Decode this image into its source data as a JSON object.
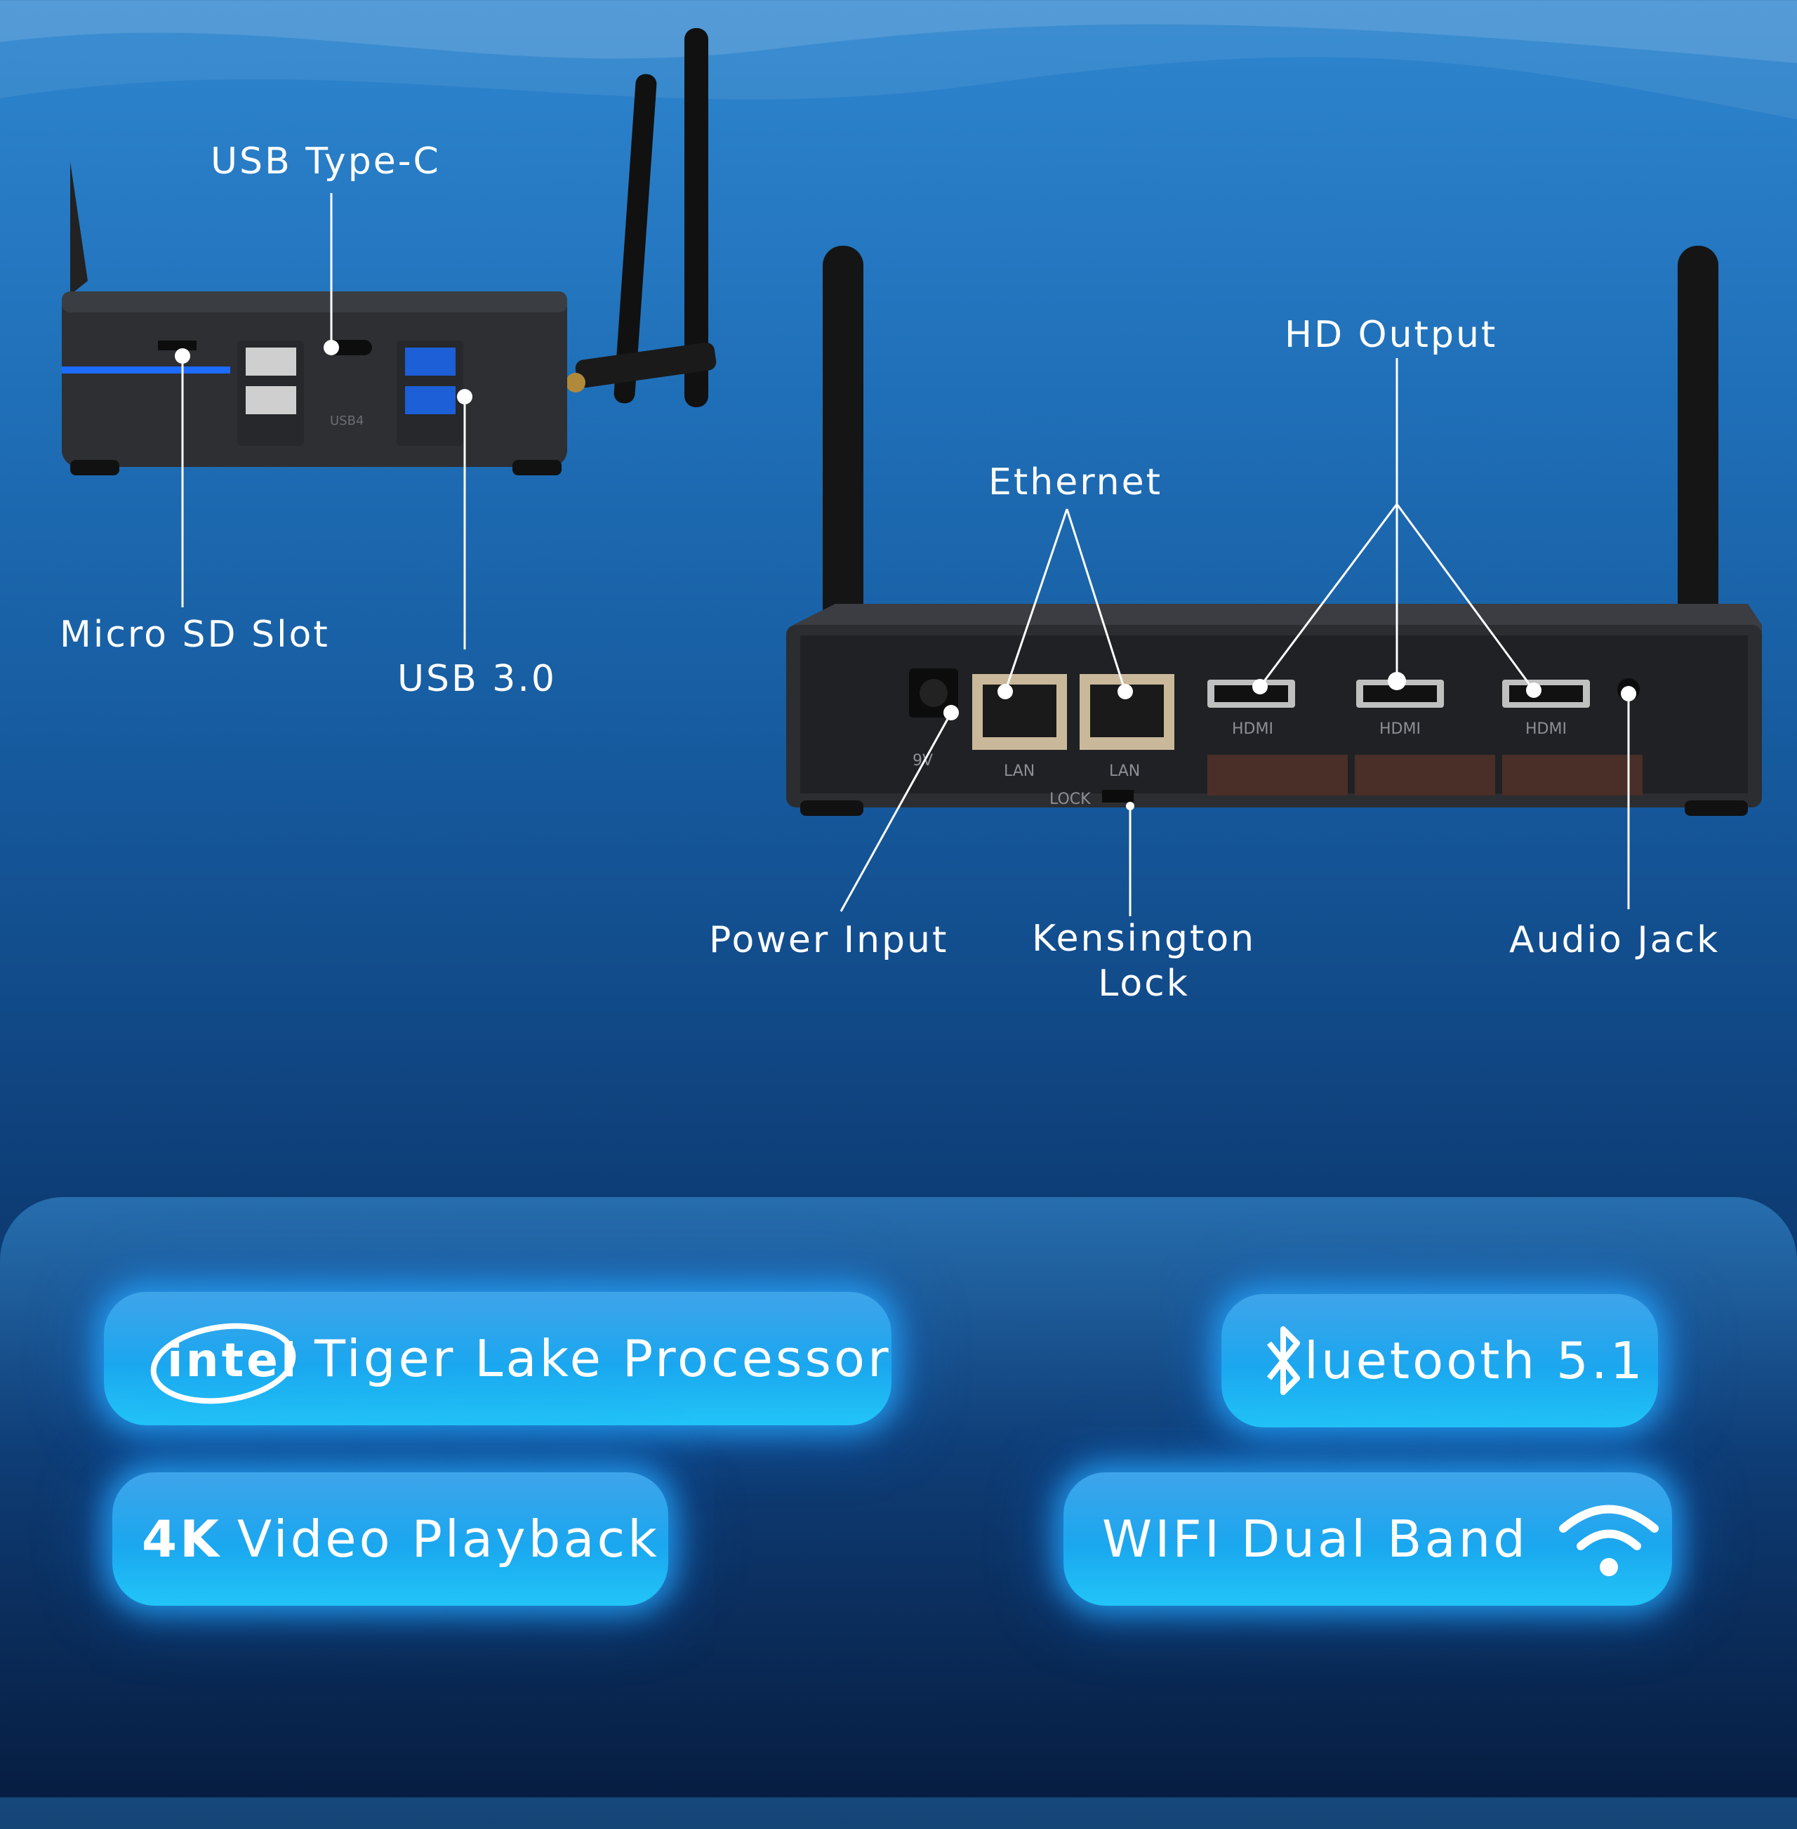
{
  "callouts": {
    "usb_type_c": "USB Type-C",
    "micro_sd_slot": "Micro SD Slot",
    "usb_3_0": "USB 3.0",
    "hd_output": "HD Output",
    "ethernet": "Ethernet",
    "power_input": "Power Input",
    "kensington_lock_line1": "Kensington",
    "kensington_lock_line2": "Lock",
    "audio_jack": "Audio Jack"
  },
  "device_markings": {
    "hdmi": "HDMI",
    "lan": "LAN",
    "lock": "LOCK",
    "voltage": "9V",
    "usb4": "USB4"
  },
  "features": {
    "intel_logo": "intel",
    "processor": "Tiger Lake Processor",
    "bluetooth": "luetooth 5.1",
    "video_bold": "4K",
    "video_rest": "Video Playback",
    "wifi": "WIFI Dual Band"
  },
  "icons": {
    "bluetooth": "bluetooth-icon",
    "wifi": "wifi-icon",
    "intel": "intel-logo"
  },
  "colors": {
    "pill_top": "#3fa4ea",
    "pill_bottom": "#22c5f8",
    "accent_blue_led": "#1e6bff",
    "device_body": "#2b2d30"
  }
}
